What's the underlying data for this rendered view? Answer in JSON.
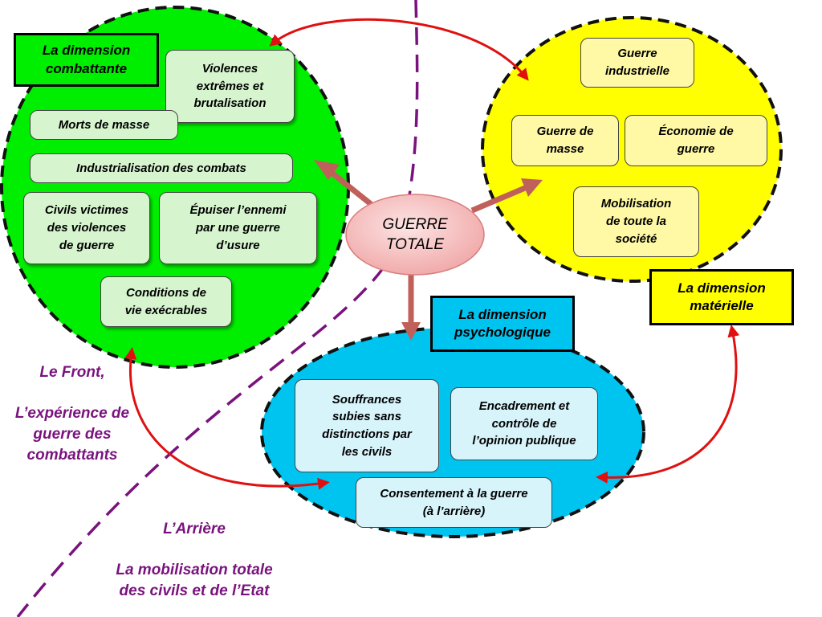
{
  "center": {
    "label": "GUERRE\nTOTALE"
  },
  "combattante": {
    "title": "La dimension\ncombattante",
    "items": [
      "Violences\nextrêmes et\nbrutalisation",
      "Morts de masse",
      "Industrialisation des combats",
      "Civils victimes\ndes violences\nde guerre",
      "Épuiser l’ennemi\npar une guerre\nd’usure",
      "Conditions de\nvie exécrables"
    ]
  },
  "materielle": {
    "title": "La dimension\nmatérielle",
    "items": [
      "Guerre\nindustrielle",
      "Guerre de\nmasse",
      "Économie de\nguerre",
      "Mobilisation\nde toute la\nsociété"
    ]
  },
  "psychologique": {
    "title": "La dimension\npsychologique",
    "items": [
      "Souffrances\nsubies sans\ndistinctions par\nles civils",
      "Encadrement et\ncontrôle de\nl’opinion publique",
      "Consentement à la guerre\n(à l’arrière)"
    ]
  },
  "front": {
    "label": "Le Front,\n\nL’expérience de\nguerre des\ncombattants"
  },
  "arriere": {
    "label": "L’Arrière\n\nLa mobilisation totale\ndes civils et de l’Etat"
  },
  "colors": {
    "green": "#00ee00",
    "yellow": "#ffff00",
    "blue": "#00c4f0",
    "purple": "#7a127e",
    "red_arrow": "#e01010",
    "brown_arrow": "#c0605a"
  }
}
